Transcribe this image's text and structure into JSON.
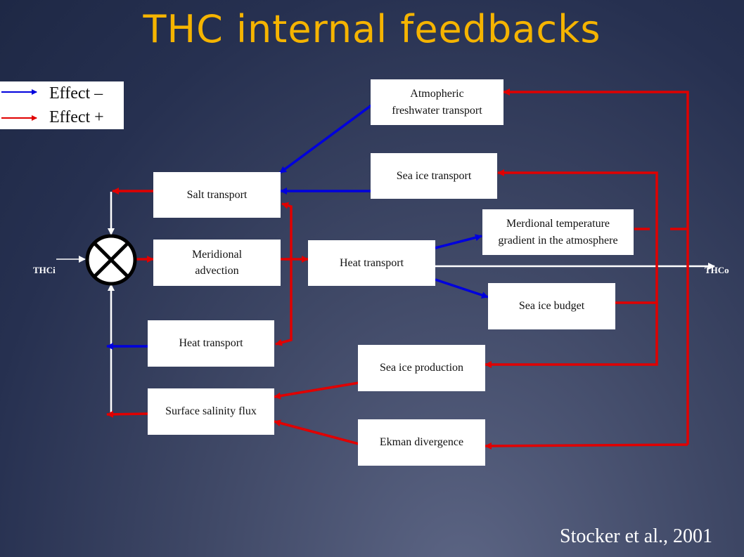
{
  "title": "THC internal feedbacks",
  "legend": {
    "negative": {
      "label": "Effect –",
      "color": "#0000dd"
    },
    "positive": {
      "label": "Effect +",
      "color": "#e00000"
    }
  },
  "labels": {
    "input": "THCi",
    "output": "THCo"
  },
  "boxes": {
    "atmospheric_freshwater": "Atmopheric\nfreshwater transport",
    "sea_ice_transport": "Sea ice transport",
    "salt_transport": "Salt transport",
    "meridional_advection": "Meridional\nadvection",
    "heat_transport_center": "Heat transport",
    "meridional_temp_gradient": "Merdional temperature\ngradient in the atmosphere",
    "sea_ice_budget": "Sea ice budget",
    "heat_transport_left": "Heat transport",
    "sea_ice_production": "Sea ice production",
    "surface_salinity_flux": "Surface salinity flux",
    "ekman_divergence": "Ekman divergence"
  },
  "summing_junction_icon": "circle-cross-icon",
  "citation": "Stocker et al., 2001"
}
